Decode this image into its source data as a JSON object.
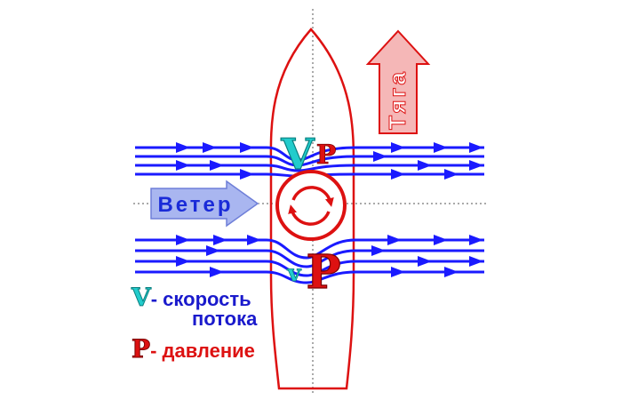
{
  "labels": {
    "wind": "Ветер",
    "thrust": "Тяга",
    "v_top": "V",
    "p_top": "P",
    "v_bottom": "v",
    "p_bottom": "P"
  },
  "legend": {
    "v_symbol": "V",
    "v_text_line1": "- скорость",
    "v_text_line2": "потока",
    "p_symbol": "P",
    "p_text": "- давление"
  },
  "colors": {
    "flow": "#1a1aff",
    "vessel": "#dd1111",
    "velocity": "#22cccc",
    "pressure": "#dd1111",
    "wind_fill": "#a9b6f0",
    "wind_text": "#1a2bd8",
    "thrust_fill": "#f5b7b7",
    "thrust_text": "#ffffff",
    "legend_text": "#1a1acc",
    "legend_p_text": "#dd1111"
  }
}
